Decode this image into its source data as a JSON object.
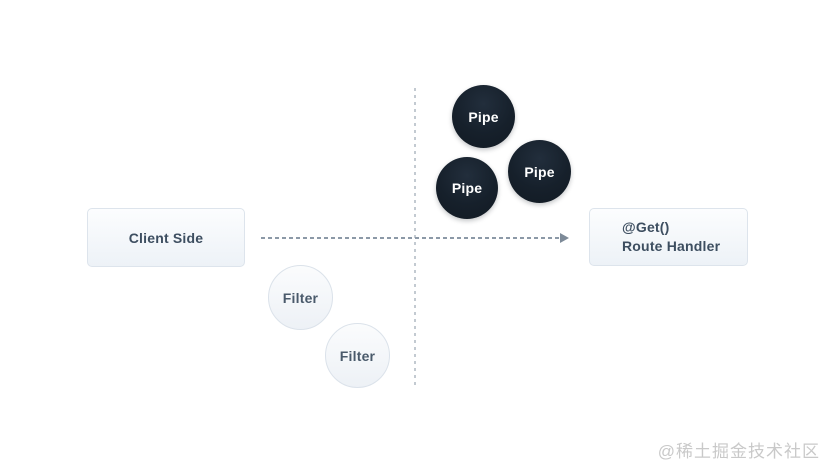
{
  "diagram": {
    "client_box": {
      "label": "Client Side"
    },
    "route_box": {
      "line1": "@Get()",
      "line2": "Route Handler"
    },
    "pipes": [
      {
        "label": "Pipe"
      },
      {
        "label": "Pipe"
      },
      {
        "label": "Pipe"
      }
    ],
    "filters": [
      {
        "label": "Filter"
      },
      {
        "label": "Filter"
      }
    ]
  },
  "watermark": {
    "text": "@稀土掘金技术社区"
  },
  "colors": {
    "background": "#ffffff",
    "pipe_fill": "#16202b",
    "pipe_text": "#ffffff",
    "node_fill_top": "#fcfdfe",
    "node_fill_bottom": "#edf2f7",
    "node_border": "#dde4ec",
    "node_text": "#3d4e60",
    "arrow_line": "#8c99a7",
    "divider_line": "#c3cad1",
    "watermark_text": "#c9c9c9"
  }
}
